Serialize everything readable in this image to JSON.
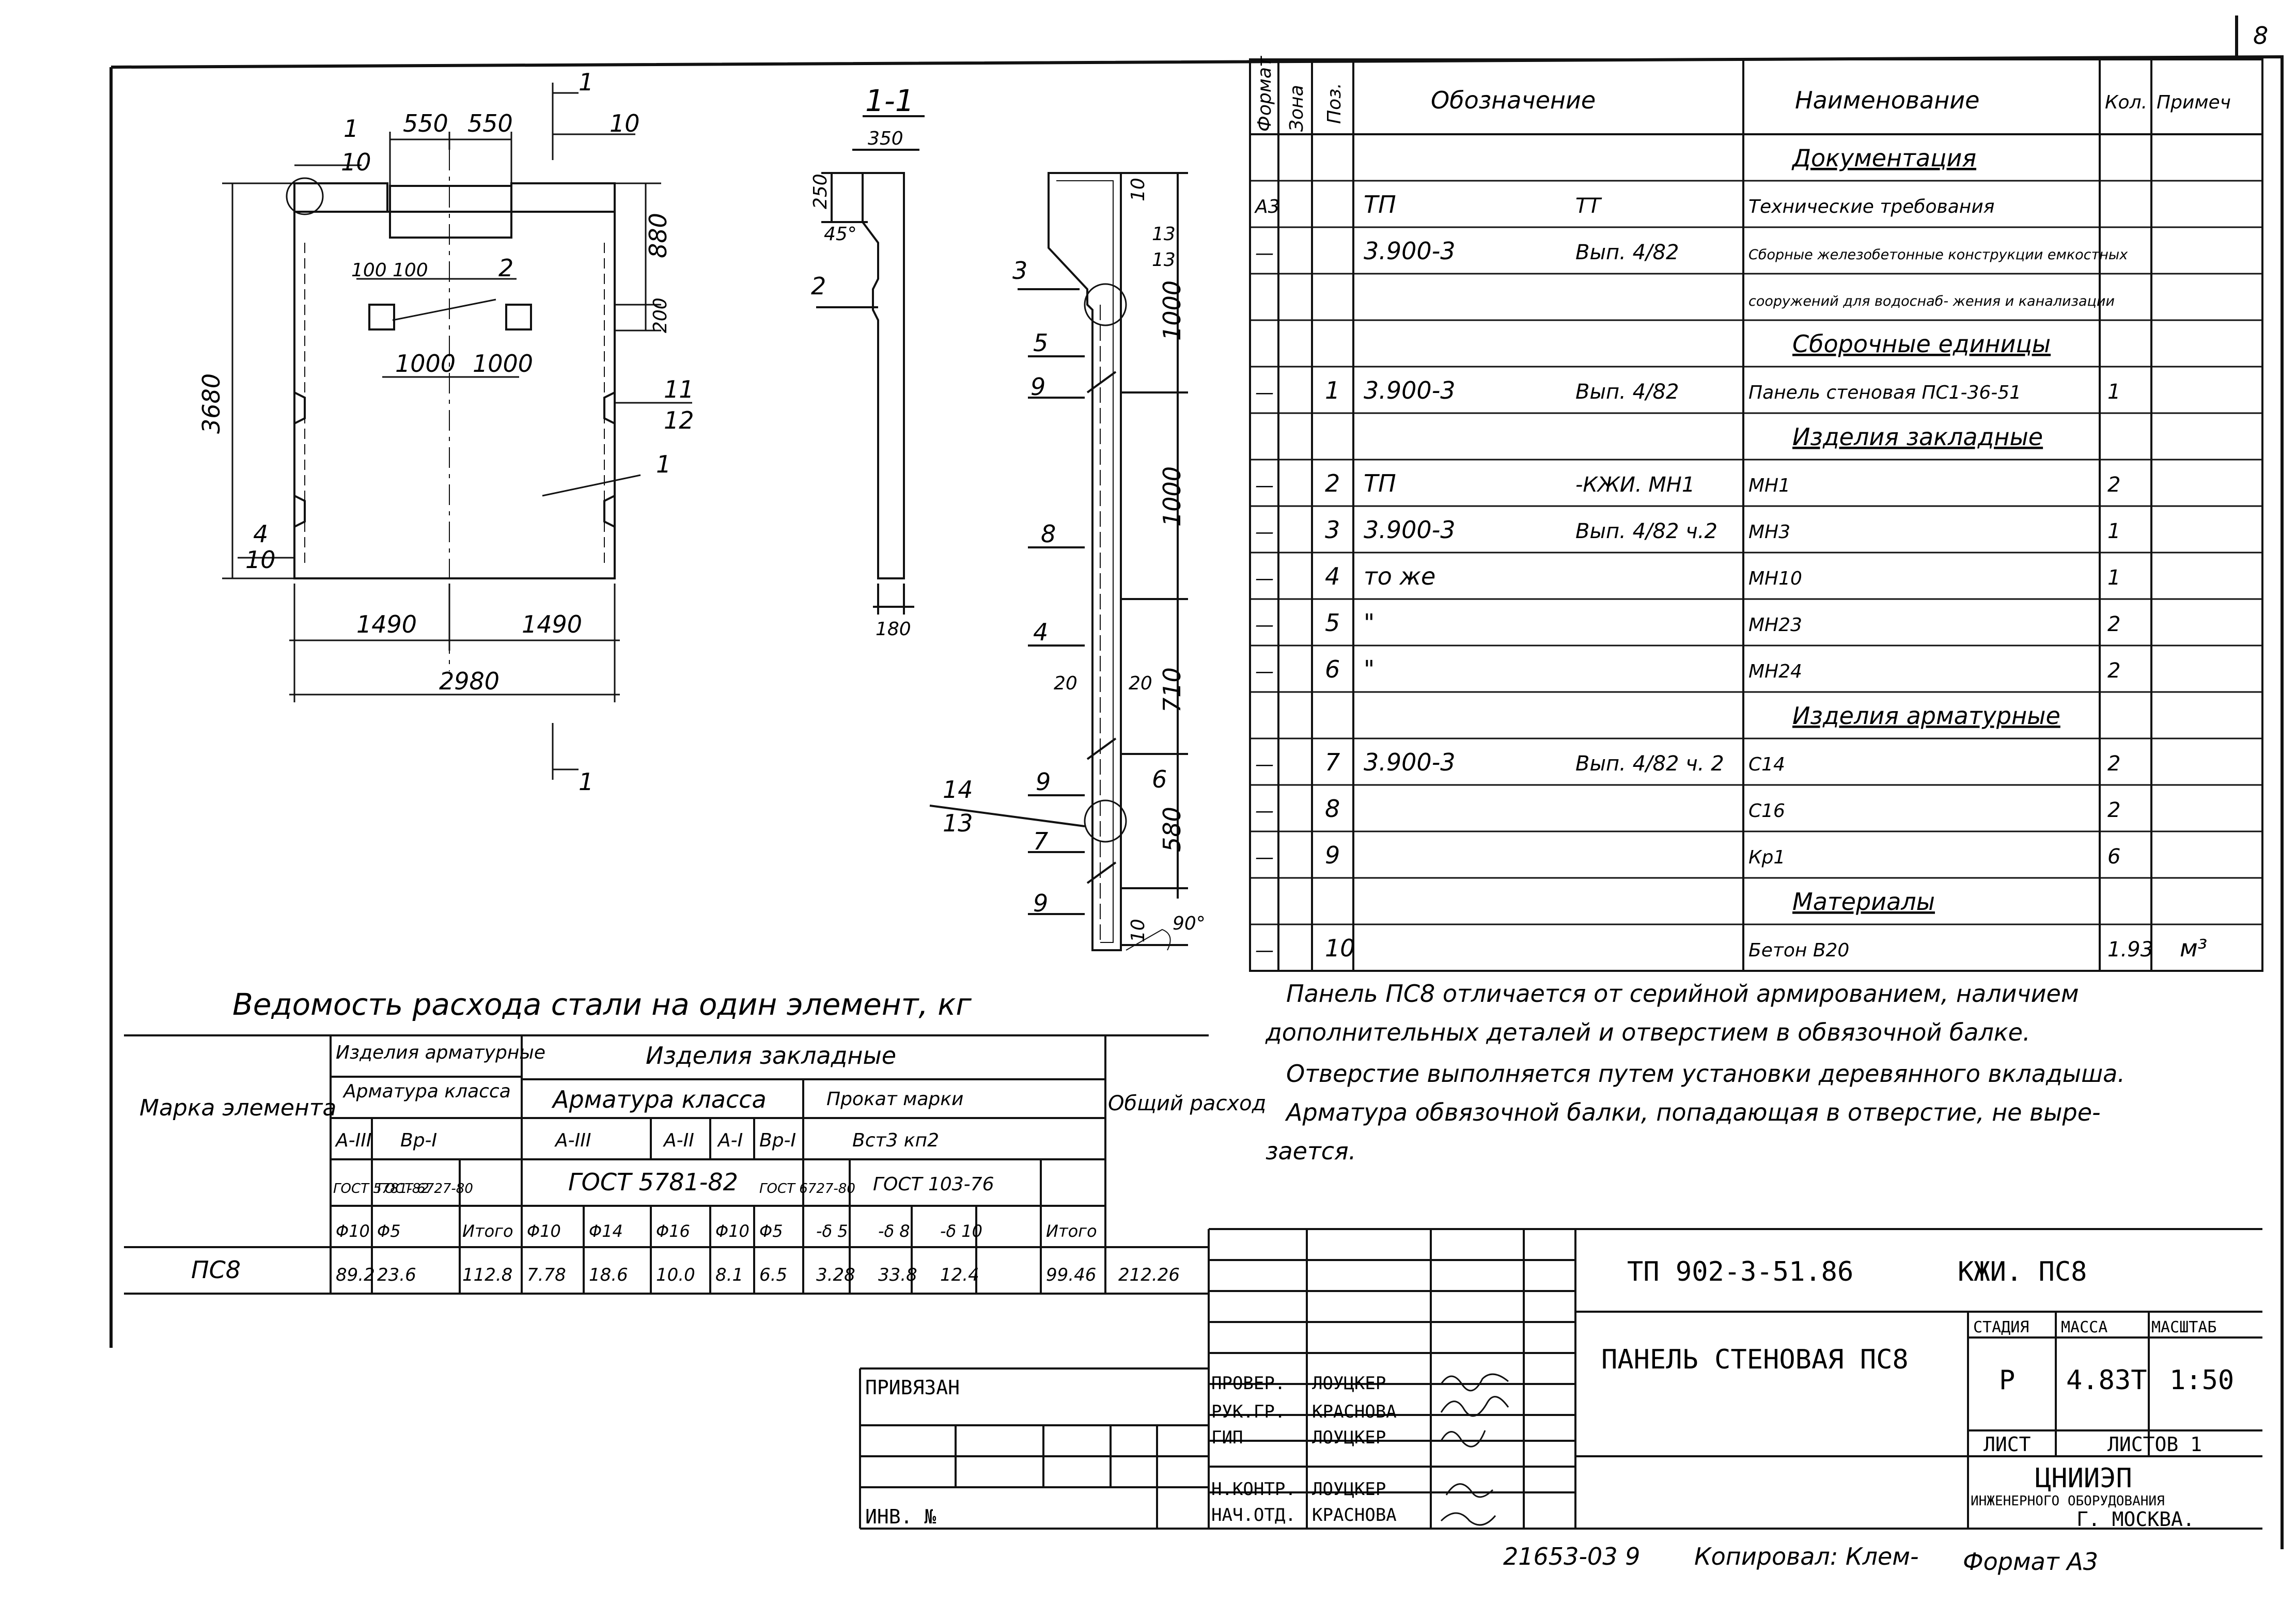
{
  "page_number": "8",
  "drawing": {
    "dims_top": [
      "550",
      "550"
    ],
    "dims_holes": [
      "100",
      "100"
    ],
    "dims_holes2": [
      "1000",
      "1000"
    ],
    "dims_right": [
      "880",
      "200"
    ],
    "dim_height": "3680",
    "dims_bottom": [
      "1490",
      "1490"
    ],
    "dim_total": "2980",
    "callouts": {
      "c1": "1",
      "c10": "10",
      "c10b": "10",
      "c2": "2",
      "c11": "11",
      "c12": "12",
      "c1b": "1",
      "c4": "4",
      "c10c": "10"
    },
    "section_marks": [
      "1",
      "1"
    ]
  },
  "section": {
    "title": "1-1",
    "dim_top": "350",
    "dim_250": "250",
    "angle": "45°",
    "dim_bottom": "180",
    "callout_2": "2"
  },
  "detail": {
    "dims": [
      "1000",
      "1000",
      "710",
      "580",
      "10",
      "10",
      "20",
      "20"
    ],
    "angle": "90°",
    "callouts": [
      "3",
      "5",
      "9",
      "8",
      "4",
      "9",
      "7",
      "9",
      "13",
      "13",
      "6",
      "14",
      "13"
    ]
  },
  "spec": {
    "headers": [
      "Формат",
      "Зона",
      "Поз.",
      "Обозначение",
      "Наименование",
      "Кол.",
      "Примеч"
    ],
    "rows": [
      {
        "fmt": "",
        "pos": "",
        "code": "",
        "code2": "",
        "name": "Документация",
        "qty": "",
        "note": "",
        "section": true
      },
      {
        "fmt": "А3",
        "pos": "",
        "code": "ТП",
        "code2": "ТТ",
        "name": "Технические требования",
        "qty": "",
        "note": ""
      },
      {
        "fmt": "—",
        "pos": "",
        "code": "3.900-3",
        "code2": "Вып. 4/82",
        "name": "Сборные железобетонные конструкции емкостных",
        "qty": "",
        "note": ""
      },
      {
        "fmt": "",
        "pos": "",
        "code": "",
        "code2": "",
        "name": "сооружений для водоснаб- жения и канализации",
        "qty": "",
        "note": ""
      },
      {
        "fmt": "",
        "pos": "",
        "code": "",
        "code2": "",
        "name": "Сборочные единицы",
        "qty": "",
        "note": "",
        "section": true
      },
      {
        "fmt": "—",
        "pos": "1",
        "code": "3.900-3",
        "code2": "Вып. 4/82",
        "name": "Панель стеновая ПС1-36-51",
        "qty": "1",
        "note": ""
      },
      {
        "fmt": "",
        "pos": "",
        "code": "",
        "code2": "",
        "name": "Изделия закладные",
        "qty": "",
        "note": "",
        "section": true
      },
      {
        "fmt": "—",
        "pos": "2",
        "code": "ТП",
        "code2": "-КЖИ. МН1",
        "name": "МН1",
        "qty": "2",
        "note": ""
      },
      {
        "fmt": "—",
        "pos": "3",
        "code": "3.900-3",
        "code2": "Вып. 4/82 ч.2",
        "name": "МН3",
        "qty": "1",
        "note": ""
      },
      {
        "fmt": "—",
        "pos": "4",
        "code": "то же",
        "code2": "",
        "name": "МН10",
        "qty": "1",
        "note": ""
      },
      {
        "fmt": "—",
        "pos": "5",
        "code": "\"",
        "code2": "",
        "name": "МН23",
        "qty": "2",
        "note": ""
      },
      {
        "fmt": "—",
        "pos": "6",
        "code": "\"",
        "code2": "",
        "name": "МН24",
        "qty": "2",
        "note": ""
      },
      {
        "fmt": "",
        "pos": "",
        "code": "",
        "code2": "",
        "name": "Изделия арматурные",
        "qty": "",
        "note": "",
        "section": true
      },
      {
        "fmt": "—",
        "pos": "7",
        "code": "3.900-3",
        "code2": "Вып. 4/82 ч. 2",
        "name": "С14",
        "qty": "2",
        "note": ""
      },
      {
        "fmt": "—",
        "pos": "8",
        "code": "",
        "code2": "",
        "name": "С16",
        "qty": "2",
        "note": ""
      },
      {
        "fmt": "—",
        "pos": "9",
        "code": "",
        "code2": "",
        "name": "Кр1",
        "qty": "6",
        "note": ""
      },
      {
        "fmt": "",
        "pos": "",
        "code": "",
        "code2": "",
        "name": "Материалы",
        "qty": "",
        "note": "",
        "section": true
      },
      {
        "fmt": "—",
        "pos": "10",
        "code": "",
        "code2": "",
        "name": "Бетон В20",
        "qty": "1.93",
        "note": "м³"
      }
    ]
  },
  "notes": [
    "Панель ПС8 отличается от серийной армированием, наличием",
    "дополнительных деталей и отверстием в обвязочной балке.",
    "Отверстие выполняется путем установки деревянного вкладыша.",
    "Арматура обвязочной балки, попадающая в отверстие, не выре-",
    "зается."
  ],
  "steel": {
    "title": "Ведомость расхода стали на один элемент, кг",
    "col_mark": "Марка элемента",
    "group_arm": "Изделия арматурные",
    "group_zakl": "Изделия закладные",
    "arm_class": "Арматура класса",
    "arm_class2": "Арматура класса",
    "prokat": "Прокат марки",
    "total": "Общий расход",
    "classes": [
      "А-III",
      "Вр-I",
      "А-III",
      "А-II",
      "А-I",
      "Вр-I",
      "Вст3 кп2"
    ],
    "gosts": [
      "ГОСТ 5781-82",
      "ГОСТ 6727-80",
      "ГОСТ 5781-82",
      "ГОСТ 6727-80",
      "ГОСТ 103-76"
    ],
    "diams": [
      "Φ10",
      "Φ5",
      "Итого",
      "Φ10",
      "Φ14",
      "Φ16",
      "Φ10",
      "Φ5",
      "-δ 5",
      "-δ 8",
      "-δ 10",
      "Итого"
    ],
    "row": {
      "mark": "ПС8",
      "values": [
        "89.2",
        "23.6",
        "112.8",
        "7.78",
        "18.6",
        "10.0",
        "8.1",
        "6.5",
        "3.28",
        "33.8",
        "12.4",
        "99.46",
        "212.26"
      ]
    }
  },
  "title_block": {
    "code": "ТП 902-3-51.86",
    "kzhi": "КЖИ. ПС8",
    "name": "ПАНЕЛЬ СТЕНОВАЯ ПС8",
    "stage_h": "СТАДИЯ",
    "mass_h": "МАССА",
    "scale_h": "МАСШТАБ",
    "stage": "Р",
    "mass": "4.83Т",
    "scale": "1:50",
    "sheet": "ЛИСТ",
    "sheets": "ЛИСТОВ 1",
    "org1": "ЦНИИЭП",
    "org2": "ИНЖЕНЕРНОГО ОБОРУДОВАНИЯ",
    "org3": "Г. МОСКВА.",
    "roles": [
      "ПРОВЕР.",
      "РУК.ГР.",
      "ГИП",
      "",
      "Н.КОНТР.",
      "НАЧ.ОТД."
    ],
    "names": [
      "ЛОУЦКЕР",
      "КРАСНОВА",
      "ЛОУЦКЕР",
      "",
      "ЛОУЦКЕР",
      "КРАСНОВА"
    ],
    "privyazan": "ПРИВЯЗАН",
    "inv": "ИНВ. №",
    "footer_num": "21653-03  9",
    "copied": "Копировал: Клем-",
    "format": "Формат А3"
  }
}
